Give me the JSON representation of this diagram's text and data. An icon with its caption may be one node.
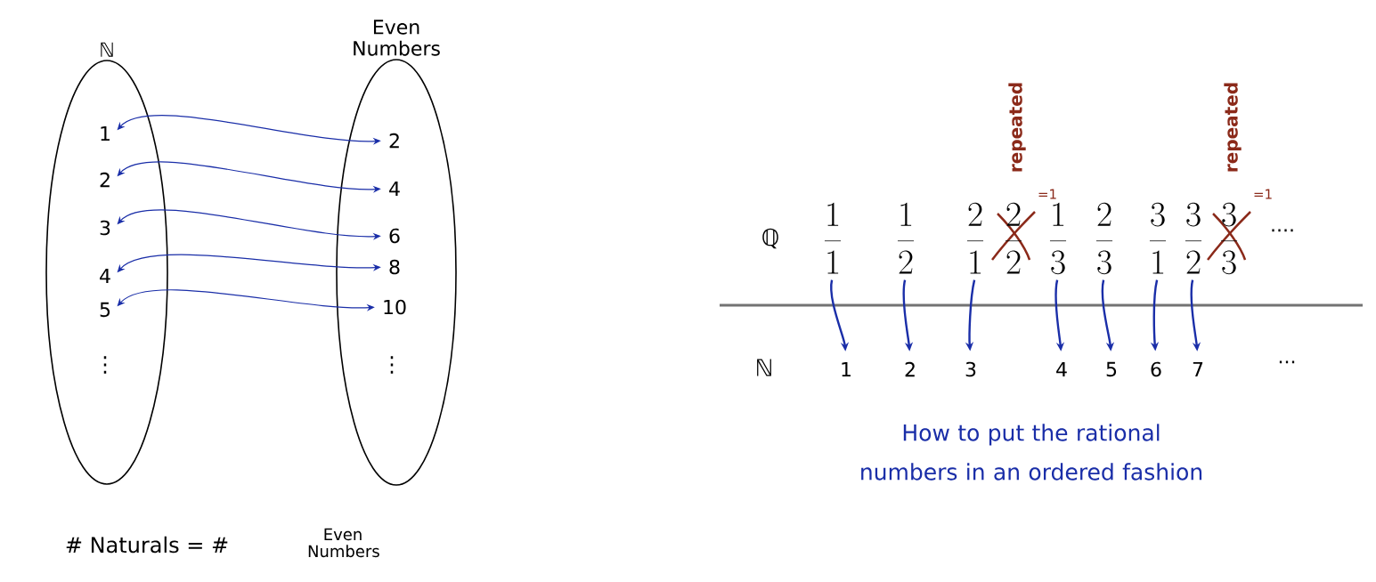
{
  "diagram": {
    "nodes": [
      {
        "text": [
          "ℕ"
        ]
      },
      {
        "text": [
          "1"
        ],
        "in": 0
      },
      {
        "text": [
          "2"
        ],
        "in": 0
      },
      {
        "text": [
          "3"
        ],
        "in": 0
      },
      {
        "text": [
          "4"
        ],
        "in": 0
      },
      {
        "text": [
          "5"
        ],
        "in": 0
      },
      {
        "text": [
          "Even Numbers"
        ]
      },
      {
        "text": [
          "2"
        ],
        "in": 6
      },
      {
        "text": [
          "4"
        ],
        "in": 6
      },
      {
        "text": [
          "6"
        ],
        "in": 6
      },
      {
        "text": [
          "8"
        ],
        "in": 6
      },
      {
        "text": [
          "10"
        ],
        "in": 6
      },
      {
        "text": [
          "\\frac{1}{1}"
        ]
      },
      {
        "text": [
          "\\frac{1}{2}"
        ]
      },
      {
        "text": [
          "\\frac{2}{1}"
        ]
      },
      {
        "text": [
          "\\frac{2}{2}"
        ],
        "beside": [
          "repeated",
          "=1"
        ]
      },
      {
        "text": [
          "\\frac{1}{3}"
        ]
      },
      {
        "text": [
          "\\frac{2}{3}"
        ]
      },
      {
        "text": [
          "\\frac{3}{1}"
        ]
      },
      {
        "text": [
          "\\frac{3}{2}"
        ]
      },
      {
        "text": [
          "\\frac{3}{3}"
        ],
        "beside": [
          "repeated",
          "=1"
        ]
      },
      {
        "text": [
          "1"
        ]
      },
      {
        "text": [
          "2"
        ]
      },
      {
        "text": [
          "3"
        ]
      },
      {
        "text": [
          "4"
        ]
      },
      {
        "text": [
          "5"
        ]
      },
      {
        "text": [
          "6"
        ]
      },
      {
        "text": [
          "7"
        ]
      }
    ],
    "edges": [
      {
        "from": 1,
        "to": 7,
        "arrow": "both"
      },
      {
        "from": 2,
        "to": 8,
        "arrow": "both"
      },
      {
        "from": 3,
        "to": 9,
        "arrow": "both"
      },
      {
        "from": 4,
        "to": 10,
        "arrow": "both"
      },
      {
        "from": 5,
        "to": 11,
        "arrow": "both"
      },
      {
        "from": 12,
        "to": 21,
        "arrow": "to"
      },
      {
        "from": 13,
        "to": 22,
        "arrow": "to"
      },
      {
        "from": 14,
        "to": 23,
        "arrow": "to"
      },
      {
        "from": 16,
        "to": 24,
        "arrow": "to"
      },
      {
        "from": 17,
        "to": 25,
        "arrow": "to"
      },
      {
        "from": 18,
        "to": 26,
        "arrow": "to"
      },
      {
        "from": 19,
        "to": 27,
        "arrow": "to"
      }
    ],
    "labels": [
      "⋮",
      "⋮",
      "ℚ",
      "····",
      "ℕ",
      "···",
      "How to put the rational numbers in an ordered fashion",
      "# Naturals = #",
      "Even Numbers"
    ]
  }
}
